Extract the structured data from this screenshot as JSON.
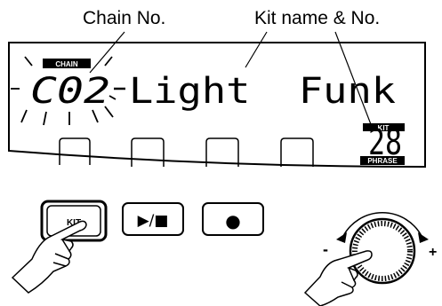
{
  "callouts": {
    "chain": "Chain No.",
    "kit_name": "Kit name & No."
  },
  "display": {
    "chain_badge": "CHAIN",
    "chain_number": "C02",
    "kit_name": "Light  Funk",
    "kit_badge": "KIT",
    "kit_number": "28",
    "phrase_badge": "PHRASE"
  },
  "buttons": {
    "kit_label": "KIT",
    "play_stop_symbol": "▶/■",
    "record_symbol": "●"
  },
  "dial": {
    "minus_label": "-",
    "plus_label": "+"
  }
}
